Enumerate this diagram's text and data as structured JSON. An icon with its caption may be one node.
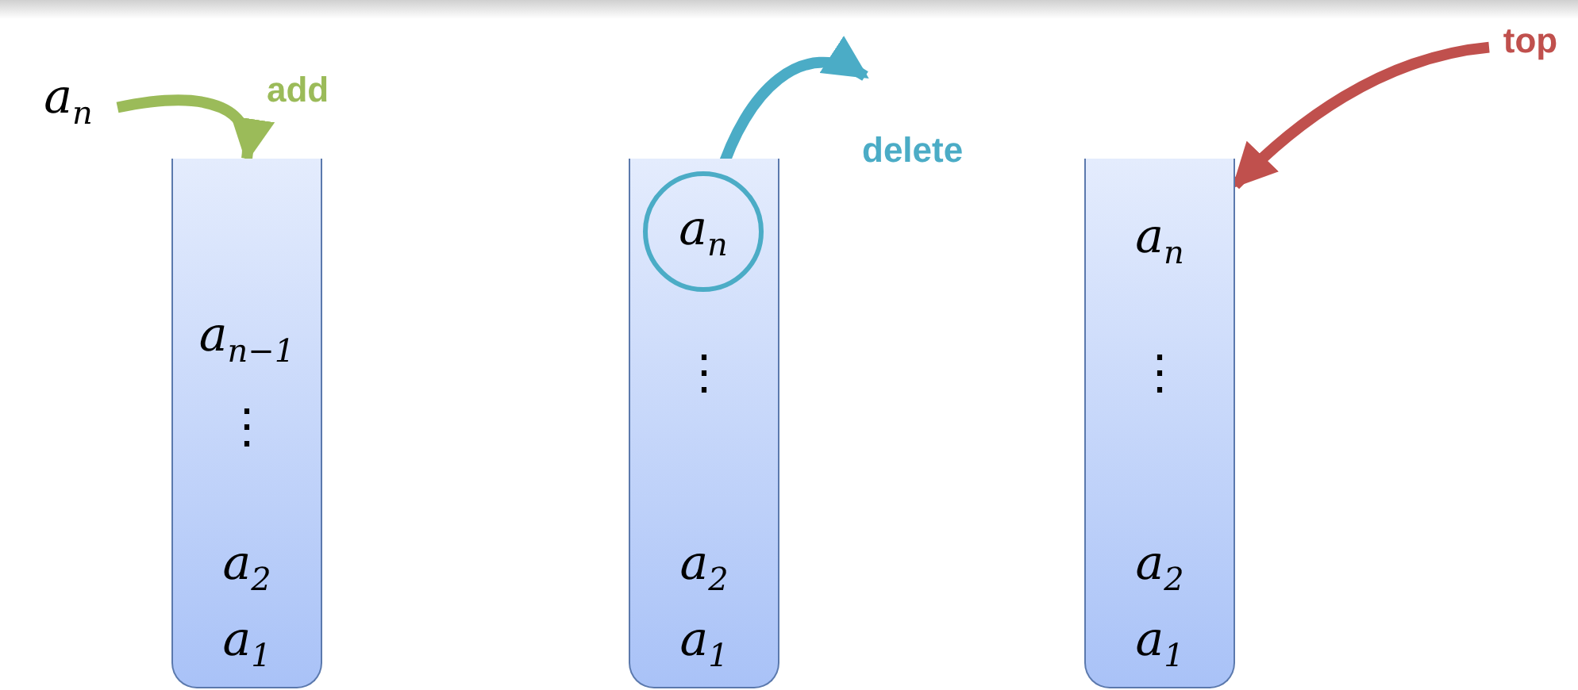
{
  "diagram": {
    "nodes": [
      {
        "text": [
          "a$_{n}$"
        ]
      },
      {
        "text": [
          "a$_{n−1}$",
          "⋮",
          "a$_{2}$",
          "a$_{1}$"
        ]
      },
      {
        "text": [
          "⋮",
          "a$_{2}$",
          "a$_{1}$"
        ]
      },
      {
        "text": [
          "a$_{n}$"
        ],
        "in": 2
      },
      {
        "text": [
          "a$_{n}$",
          "⋮",
          "a$_{2}$",
          "a$_{1}$"
        ]
      },
      {
        "text": [
          "top"
        ]
      }
    ],
    "edges": [
      {
        "from": 0,
        "to": 1,
        "arrow": "to",
        "label": "add",
        "color": "#9bbb59"
      },
      {
        "from": 3,
        "to": null,
        "arrow": "to",
        "label": "delete",
        "color": "#4bacc6"
      },
      {
        "from": 5,
        "to": 4,
        "arrow": "to",
        "color": "#c0504d"
      }
    ]
  }
}
